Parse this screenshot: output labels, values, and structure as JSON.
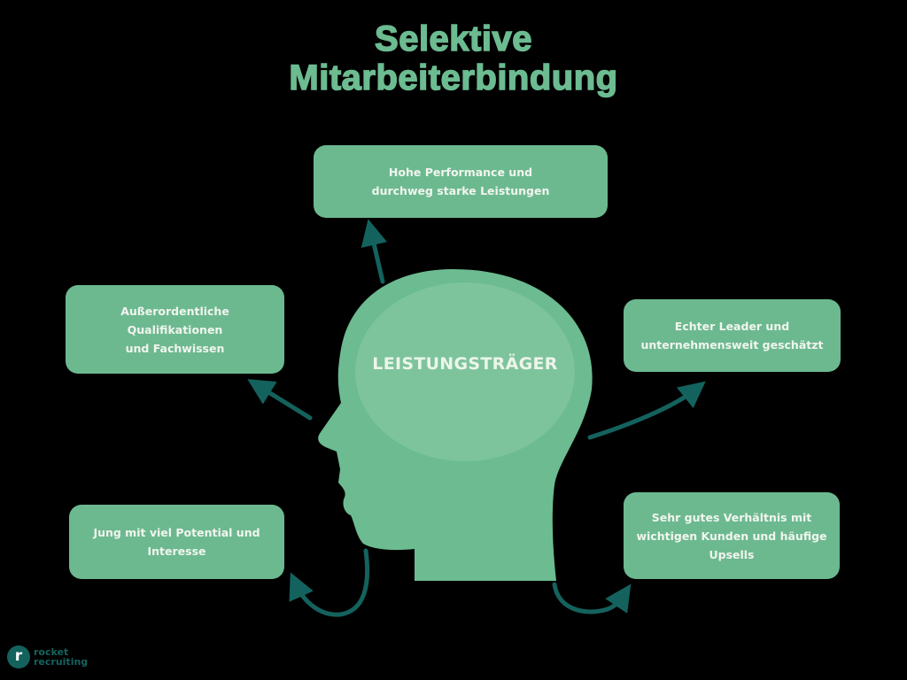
{
  "title": {
    "line1": "Selektive",
    "line2": "Mitarbeiterbindung"
  },
  "center": {
    "label": "LEISTUNGSTRÄGER"
  },
  "boxes": {
    "top": {
      "line1": "Hohe Performance und",
      "line2": "durchweg starke Leistungen"
    },
    "upper_left": {
      "line1": "Außerordentliche Qualifikationen",
      "line2": "und Fachwissen"
    },
    "upper_right": {
      "line1": "Echter Leader und",
      "line2": "unternehmensweit geschätzt"
    },
    "lower_left": {
      "line1": "Jung mit viel Potential und",
      "line2": "Interesse"
    },
    "lower_right": {
      "line1": "Sehr gutes Verhältnis mit",
      "line2": "wichtigen Kunden und häufige",
      "line3": "Upsells"
    }
  },
  "logo": {
    "badge": "r",
    "line1": "rocket",
    "line2": "recruiting"
  },
  "colors": {
    "background": "#000000",
    "green": "#6cb990",
    "head": "#6cbb91",
    "brain": "#7dc49d",
    "arrow": "#14625e",
    "text": "#f1f5ee"
  }
}
